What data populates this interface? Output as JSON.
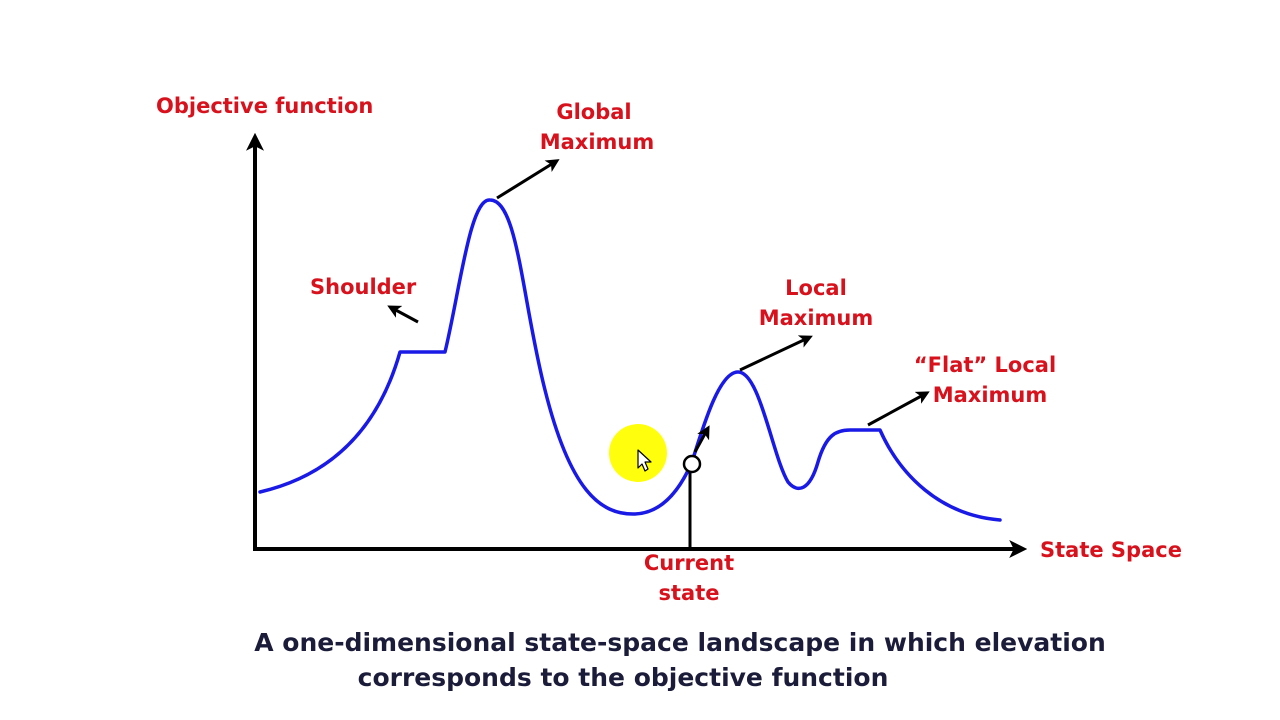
{
  "labels": {
    "y_axis": "Objective function",
    "x_axis": "State Space",
    "shoulder": "Shoulder",
    "global_maximum_line1": "Global",
    "global_maximum_line2": "Maximum",
    "local_maximum_line1": "Local",
    "local_maximum_line2": "Maximum",
    "flat_local_maximum_line1": "“Flat” Local",
    "flat_local_maximum_line2": "Maximum",
    "current_state_line1": "Current",
    "current_state_line2": "state"
  },
  "caption": {
    "line1": "A one-dimensional state-space landscape in which elevation",
    "line2": "corresponds to the objective function"
  },
  "colors": {
    "label_red": "#d8121d",
    "curve_blue": "#1a1ae6",
    "caption_navy": "#1b1b3a",
    "cursor_highlight": "#ffff00"
  },
  "icons": {
    "cursor": "mouse-pointer-icon"
  }
}
